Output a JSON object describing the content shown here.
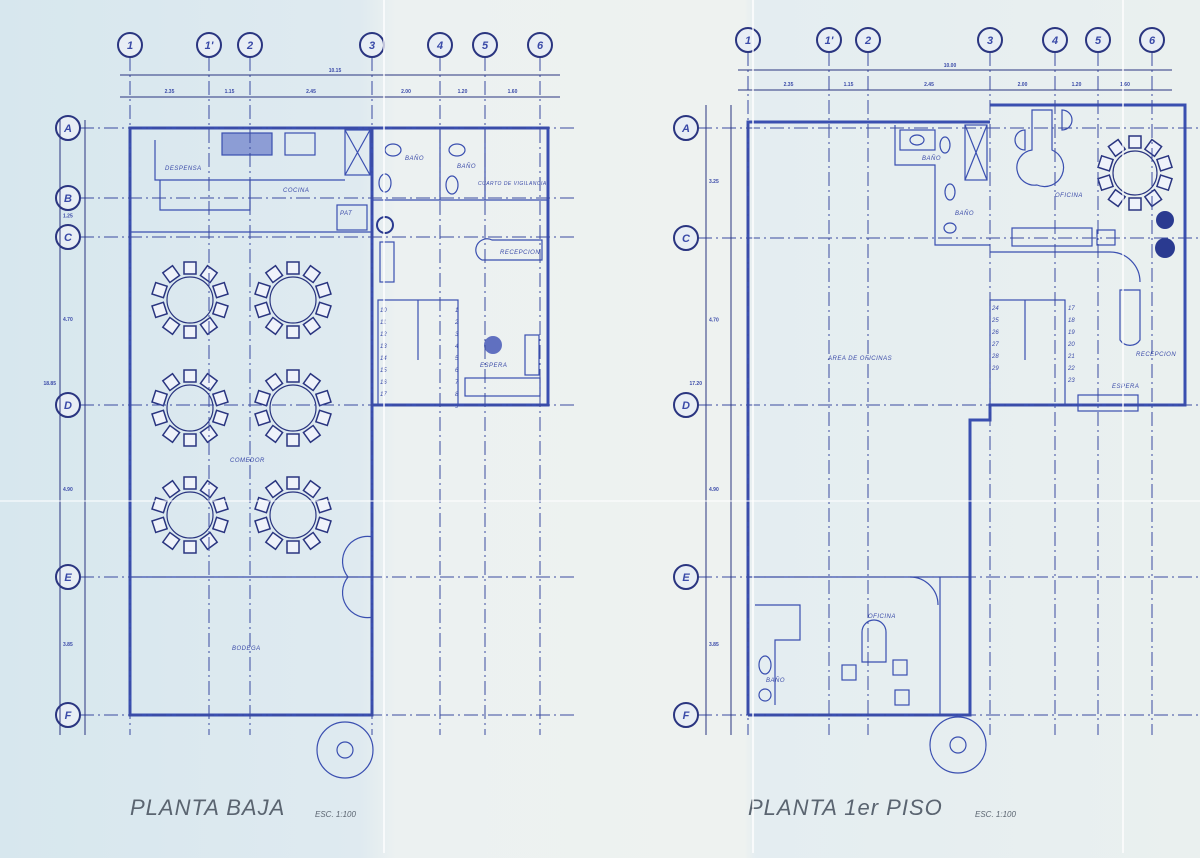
{
  "colors": {
    "ink": "#3a4fb0",
    "paper": "#e6eef2",
    "title": "#5a6470"
  },
  "ground_floor": {
    "title": "PLANTA BAJA",
    "scale": "ESC. 1:100",
    "axes_x": [
      "1",
      "1'",
      "2",
      "3",
      "4",
      "5",
      "6"
    ],
    "axes_y": [
      "A",
      "B",
      "C",
      "D",
      "E",
      "F"
    ],
    "dims_x_total": "10.15",
    "dims_x": [
      "2.35",
      "1.15",
      "2.45",
      "2.00",
      "1.20",
      "1.60"
    ],
    "dims_y_total": "18.85",
    "dims_y": [
      "1.25",
      "4.70",
      "4.90",
      "3.85"
    ],
    "rooms": {
      "despensa": "DESPENSA",
      "cocina": "COCINA",
      "pat": "PAT",
      "bano1": "BAÑO",
      "bano2": "BAÑO",
      "vigilancia": "CUARTO DE VIGILANCIA",
      "recepcion": "RECEPCION",
      "espera": "ESPERA",
      "comedor": "COMEDOR",
      "bodega": "BODEGA"
    },
    "stair_numbers": [
      "1",
      "2",
      "3",
      "4",
      "5",
      "6",
      "7",
      "8",
      "9",
      "10",
      "11",
      "12",
      "13",
      "14",
      "15",
      "16",
      "17"
    ]
  },
  "first_floor": {
    "title": "PLANTA 1er PISO",
    "scale": "ESC. 1:100",
    "axes_x": [
      "1",
      "1'",
      "2",
      "3",
      "4",
      "5",
      "6"
    ],
    "axes_y": [
      "A",
      "C",
      "D",
      "E",
      "F"
    ],
    "dims_x_total": "10.00",
    "dims_x": [
      "2.35",
      "1.15",
      "2.45",
      "2.00",
      "1.20",
      "1.60"
    ],
    "dims_y_total": "17.20",
    "dims_y": [
      "3.25",
      "4.70",
      "4.90",
      "3.85"
    ],
    "rooms": {
      "bano1": "BAÑO",
      "bano2": "BAÑO",
      "oficina1": "OFICINA",
      "area_oficinas": "AREA DE OFICINAS",
      "recepcion": "RECEPCION",
      "espera": "ESPERA",
      "oficina2": "OFICINA",
      "bano3": "BAÑO"
    },
    "stair_numbers": [
      "17",
      "18",
      "19",
      "20",
      "21",
      "22",
      "23",
      "24",
      "25",
      "26",
      "27",
      "28",
      "29"
    ]
  }
}
